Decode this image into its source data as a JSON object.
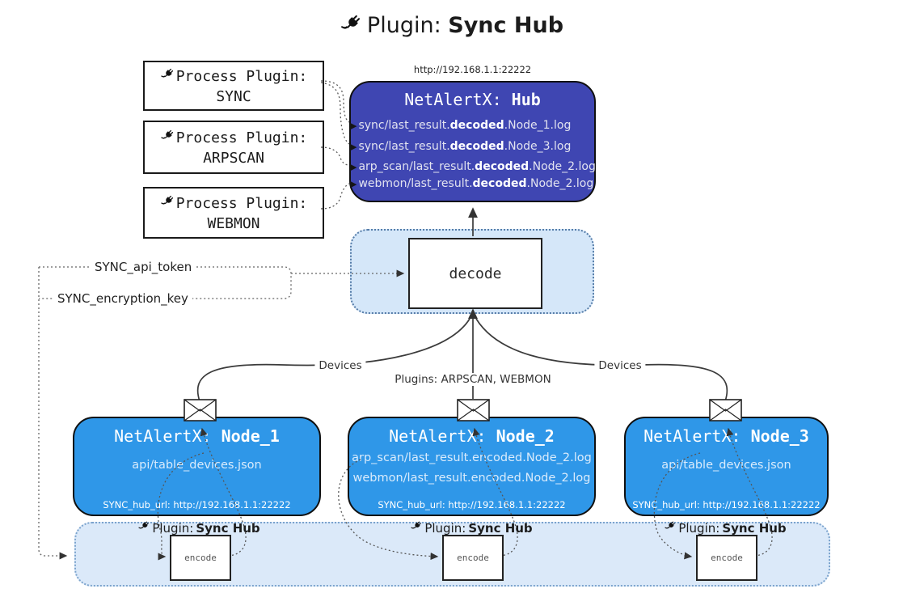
{
  "title": {
    "icon": "plug-icon",
    "prefix": "Plugin: ",
    "bold": "Sync Hub"
  },
  "hub": {
    "url": "http://192.168.1.1:22222",
    "title_prefix": "NetAlertX: ",
    "title_bold": "Hub",
    "lines": [
      {
        "prefix": "sync/last_result.",
        "bold": "decoded",
        "suffix": ".Node_1.log"
      },
      {
        "prefix": "sync/last_result.",
        "bold": "decoded",
        "suffix": ".Node_3.log"
      },
      {
        "prefix": "arp_scan/last_result.",
        "bold": "decoded",
        "suffix": ".Node_2.log"
      },
      {
        "prefix": "webmon/last_result.",
        "bold": "decoded",
        "suffix": ".Node_2.log"
      }
    ]
  },
  "process_plugins": [
    {
      "label": "Process Plugin:",
      "name": "SYNC"
    },
    {
      "label": "Process Plugin:",
      "name": "ARPSCAN"
    },
    {
      "label": "Process Plugin:",
      "name": "WEBMON"
    }
  ],
  "decode": {
    "label": "decode"
  },
  "tokens": {
    "api_token": "SYNC_api_token",
    "encryption_key": "SYNC_encryption_key"
  },
  "edge_labels": {
    "devices_left": "Devices",
    "plugins_mid": "Plugins: ARPSCAN, WEBMON",
    "devices_right": "Devices"
  },
  "nodes": [
    {
      "title_prefix": "NetAlertX: ",
      "title_bold": "Node_1",
      "lines": [
        "api/table_devices.json"
      ],
      "hub_url": "SYNC_hub_url: http://192.168.1.1:22222"
    },
    {
      "title_prefix": "NetAlertX: ",
      "title_bold": "Node_2",
      "lines": [
        "arp_scan/last_result.encoded.Node_2.log",
        "webmon/last_result.encoded.Node_2.log"
      ],
      "hub_url": "SYNC_hub_url: http://192.168.1.1:22222"
    },
    {
      "title_prefix": "NetAlertX: ",
      "title_bold": "Node_3",
      "lines": [
        "api/table_devices.json"
      ],
      "hub_url": "SYNC_hub_url: http://192.168.1.1:22222"
    }
  ],
  "encoders": [
    {
      "label_prefix": "Plugin: ",
      "label_bold": "Sync Hub",
      "box": "encode"
    },
    {
      "label_prefix": "Plugin: ",
      "label_bold": "Sync Hub",
      "box": "encode"
    },
    {
      "label_prefix": "Plugin: ",
      "label_bold": "Sync Hub",
      "box": "encode"
    }
  ],
  "colors": {
    "hub_fill": "#3f46b2",
    "node_fill": "#2f97e8",
    "band_fill": "#dbe9f9",
    "decode_container_fill": "#d5e7f9",
    "box_border": "#101010",
    "connector": "#3b3b3b"
  }
}
